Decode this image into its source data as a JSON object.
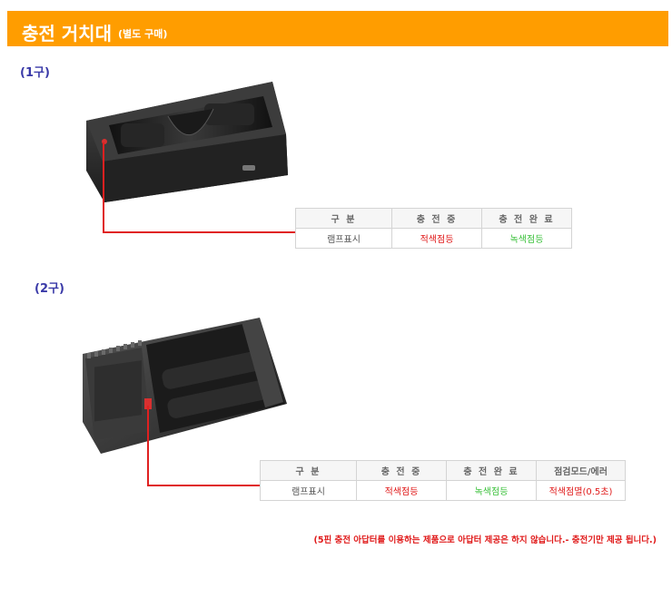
{
  "header": {
    "title": "충전 거치대",
    "subtitle": "(별도 구매)",
    "accent_color": "#ff9d00"
  },
  "section1": {
    "label": "(1구)",
    "table": {
      "headers": [
        "구 분",
        "충 전 중",
        "충 전 완 료"
      ],
      "row": [
        "램프표시",
        "적색점등",
        "녹색점등"
      ]
    }
  },
  "section2": {
    "label": "(2구)",
    "table": {
      "headers": [
        "구 분",
        "충 전 중",
        "충 전 완 료",
        "점검모드/에러"
      ],
      "row": [
        "램프표시",
        "적색점등",
        "녹색점등",
        "적색점멸(0.5초)"
      ]
    }
  },
  "footnote": "(5핀 충전 아답터를 이용하는 제품으로 아답터 제공은 하지 않습니다.- 충전기만 제공 됩니다.)",
  "colors": {
    "red": "#e01a1a",
    "green": "#3ec23e",
    "label_blue": "#3a3aa8"
  }
}
